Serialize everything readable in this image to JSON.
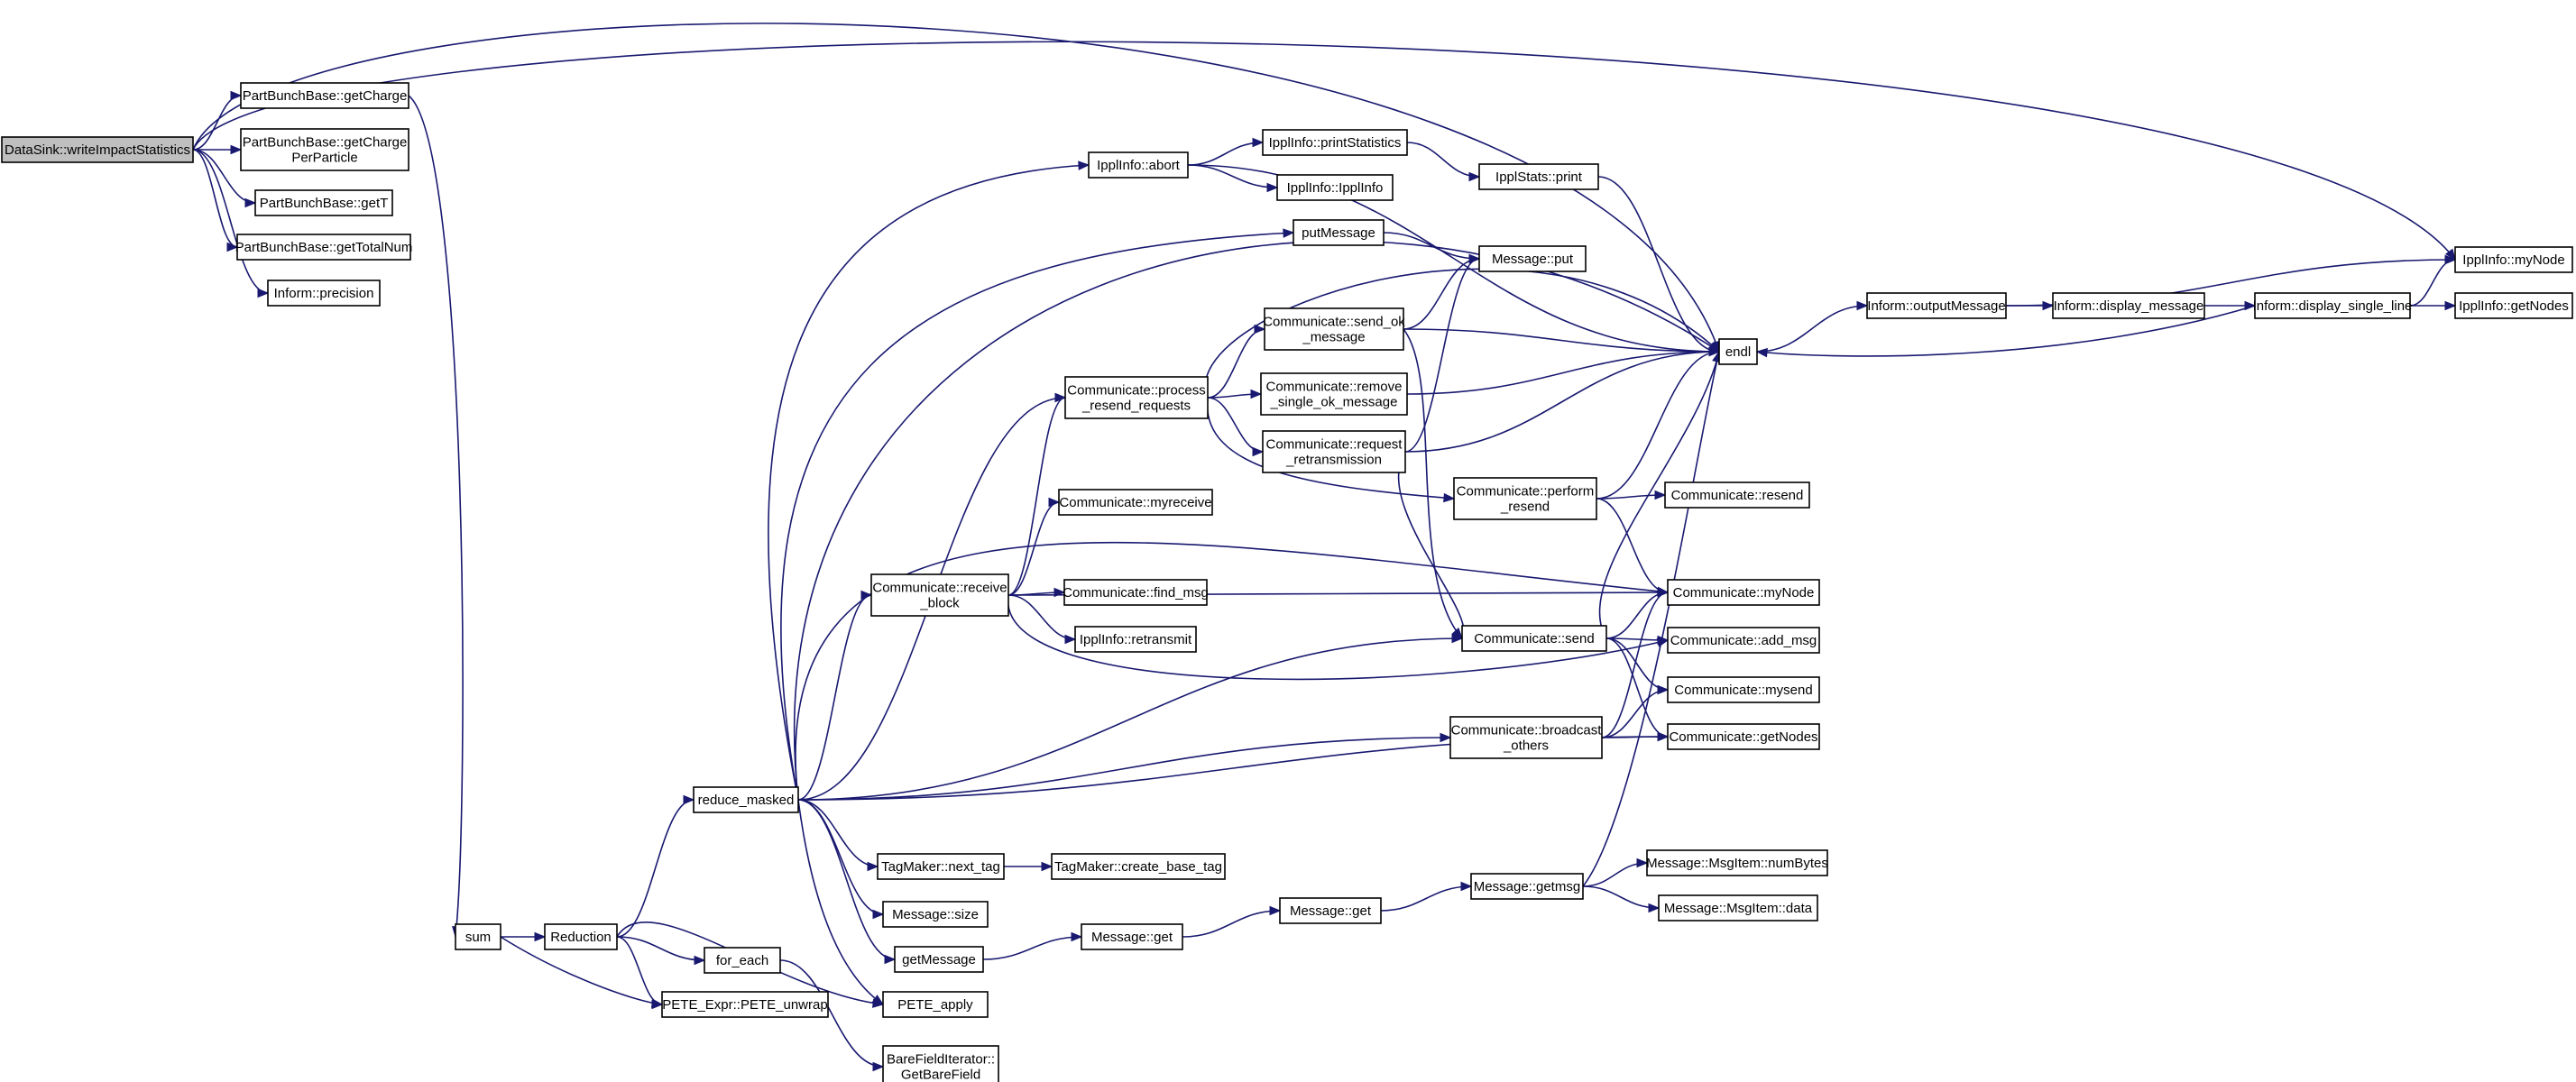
{
  "graph_title": "",
  "colors": {
    "edge": "#191970",
    "node_border": "#000000",
    "root_fill": "#bfbfbf",
    "node_fill": "#ffffff"
  },
  "nodes": [
    {
      "id": "root",
      "label": "DataSink::writeImpactStatistics",
      "root": true
    },
    {
      "id": "getCharge",
      "label": "PartBunchBase::getCharge"
    },
    {
      "id": "getChargePP",
      "label": "PartBunchBase::getCharge\nPerParticle"
    },
    {
      "id": "getT",
      "label": "PartBunchBase::getT"
    },
    {
      "id": "getTotalNum",
      "label": "PartBunchBase::getTotalNum"
    },
    {
      "id": "precision",
      "label": "Inform::precision"
    },
    {
      "id": "sum",
      "label": "sum"
    },
    {
      "id": "reduction",
      "label": "Reduction"
    },
    {
      "id": "for_each",
      "label": "for_each"
    },
    {
      "id": "pete_unwrap",
      "label": "PETE_Expr::PETE_unwrap"
    },
    {
      "id": "barefield",
      "label": "BareFieldIterator::\nGetBareField"
    },
    {
      "id": "reduce_masked",
      "label": "reduce_masked"
    },
    {
      "id": "pete_apply",
      "label": "PETE_apply"
    },
    {
      "id": "getMessage",
      "label": "getMessage"
    },
    {
      "id": "msg_size",
      "label": "Message::size"
    },
    {
      "id": "next_tag",
      "label": "TagMaker::next_tag"
    },
    {
      "id": "create_base_tag",
      "label": "TagMaker::create_base_tag"
    },
    {
      "id": "ippl_abort",
      "label": "IpplInfo::abort"
    },
    {
      "id": "printStatistics",
      "label": "IpplInfo::printStatistics"
    },
    {
      "id": "ipplinfo_ctor",
      "label": "IpplInfo::IpplInfo"
    },
    {
      "id": "stats_print",
      "label": "IpplStats::print"
    },
    {
      "id": "putMessage",
      "label": "putMessage"
    },
    {
      "id": "msg_put",
      "label": "Message::put"
    },
    {
      "id": "process_resend",
      "label": "Communicate::process\n_resend_requests"
    },
    {
      "id": "send_ok",
      "label": "Communicate::send_ok\n_message"
    },
    {
      "id": "remove_ok",
      "label": "Communicate::remove\n_single_ok_message"
    },
    {
      "id": "request_retrans",
      "label": "Communicate::request\n_retransmission"
    },
    {
      "id": "myreceive",
      "label": "Communicate::myreceive"
    },
    {
      "id": "receive_block",
      "label": "Communicate::receive\n_block"
    },
    {
      "id": "find_msg",
      "label": "Communicate::find_msg"
    },
    {
      "id": "retransmit",
      "label": "IpplInfo::retransmit"
    },
    {
      "id": "perform_resend",
      "label": "Communicate::perform\n_resend"
    },
    {
      "id": "resend",
      "label": "Communicate::resend"
    },
    {
      "id": "comm_send",
      "label": "Communicate::send"
    },
    {
      "id": "broadcast_others",
      "label": "Communicate::broadcast\n_others"
    },
    {
      "id": "comm_myNode",
      "label": "Communicate::myNode"
    },
    {
      "id": "add_msg",
      "label": "Communicate::add_msg"
    },
    {
      "id": "mysend",
      "label": "Communicate::mysend"
    },
    {
      "id": "comm_getNodes",
      "label": "Communicate::getNodes"
    },
    {
      "id": "endl",
      "label": "endl"
    },
    {
      "id": "outputMessage",
      "label": "Inform::outputMessage"
    },
    {
      "id": "display_message",
      "label": "Inform::display_message"
    },
    {
      "id": "display_single_line",
      "label": "Inform::display_single_line"
    },
    {
      "id": "ippl_myNode",
      "label": "IpplInfo::myNode"
    },
    {
      "id": "ippl_getNodes",
      "label": "IpplInfo::getNodes"
    },
    {
      "id": "message_get",
      "label": "Message::get"
    },
    {
      "id": "message_get2",
      "label": "Message::get"
    },
    {
      "id": "getmsg",
      "label": "Message::getmsg"
    },
    {
      "id": "numBytes",
      "label": "Message::MsgItem::numBytes"
    },
    {
      "id": "msgitem_data",
      "label": "Message::MsgItem::data"
    }
  ],
  "edges": [
    [
      "root",
      "getCharge"
    ],
    [
      "root",
      "getChargePP"
    ],
    [
      "root",
      "getT"
    ],
    [
      "root",
      "getTotalNum"
    ],
    [
      "root",
      "precision"
    ],
    [
      "root",
      "endl"
    ],
    [
      "root",
      "ippl_myNode"
    ],
    [
      "getCharge",
      "sum"
    ],
    [
      "sum",
      "reduction"
    ],
    [
      "sum",
      "pete_unwrap"
    ],
    [
      "reduction",
      "reduce_masked"
    ],
    [
      "reduction",
      "for_each"
    ],
    [
      "reduction",
      "pete_unwrap"
    ],
    [
      "reduction",
      "pete_apply"
    ],
    [
      "for_each",
      "barefield"
    ],
    [
      "reduce_masked",
      "ippl_abort"
    ],
    [
      "reduce_masked",
      "putMessage"
    ],
    [
      "reduce_masked",
      "endl"
    ],
    [
      "reduce_masked",
      "process_resend"
    ],
    [
      "reduce_masked",
      "receive_block"
    ],
    [
      "reduce_masked",
      "comm_myNode"
    ],
    [
      "reduce_masked",
      "comm_send"
    ],
    [
      "reduce_masked",
      "broadcast_others"
    ],
    [
      "reduce_masked",
      "comm_getNodes"
    ],
    [
      "reduce_masked",
      "next_tag"
    ],
    [
      "reduce_masked",
      "msg_size"
    ],
    [
      "reduce_masked",
      "getMessage"
    ],
    [
      "reduce_masked",
      "pete_apply"
    ],
    [
      "next_tag",
      "create_base_tag"
    ],
    [
      "getMessage",
      "message_get"
    ],
    [
      "message_get",
      "message_get2"
    ],
    [
      "message_get2",
      "getmsg"
    ],
    [
      "getmsg",
      "numBytes"
    ],
    [
      "getmsg",
      "msgitem_data"
    ],
    [
      "getmsg",
      "endl"
    ],
    [
      "ippl_abort",
      "printStatistics"
    ],
    [
      "ippl_abort",
      "ipplinfo_ctor"
    ],
    [
      "ippl_abort",
      "endl"
    ],
    [
      "printStatistics",
      "stats_print"
    ],
    [
      "stats_print",
      "endl"
    ],
    [
      "putMessage",
      "msg_put"
    ],
    [
      "process_resend",
      "send_ok"
    ],
    [
      "process_resend",
      "remove_ok"
    ],
    [
      "process_resend",
      "request_retrans"
    ],
    [
      "process_resend",
      "endl"
    ],
    [
      "process_resend",
      "perform_resend"
    ],
    [
      "send_ok",
      "msg_put"
    ],
    [
      "send_ok",
      "endl"
    ],
    [
      "send_ok",
      "comm_send"
    ],
    [
      "remove_ok",
      "endl"
    ],
    [
      "request_retrans",
      "msg_put"
    ],
    [
      "request_retrans",
      "endl"
    ],
    [
      "request_retrans",
      "comm_send"
    ],
    [
      "receive_block",
      "myreceive"
    ],
    [
      "receive_block",
      "find_msg"
    ],
    [
      "receive_block",
      "retransmit"
    ],
    [
      "receive_block",
      "comm_myNode"
    ],
    [
      "receive_block",
      "add_msg"
    ],
    [
      "receive_block",
      "process_resend"
    ],
    [
      "perform_resend",
      "resend"
    ],
    [
      "perform_resend",
      "endl"
    ],
    [
      "perform_resend",
      "comm_myNode"
    ],
    [
      "comm_send",
      "comm_myNode"
    ],
    [
      "comm_send",
      "add_msg"
    ],
    [
      "comm_send",
      "mysend"
    ],
    [
      "comm_send",
      "comm_getNodes"
    ],
    [
      "comm_send",
      "endl"
    ],
    [
      "broadcast_others",
      "comm_myNode"
    ],
    [
      "broadcast_others",
      "mysend"
    ],
    [
      "broadcast_others",
      "comm_getNodes"
    ],
    [
      "endl",
      "outputMessage"
    ],
    [
      "outputMessage",
      "display_message"
    ],
    [
      "outputMessage",
      "ippl_myNode"
    ],
    [
      "display_message",
      "display_single_line"
    ],
    [
      "display_single_line",
      "ippl_myNode"
    ],
    [
      "display_single_line",
      "ippl_getNodes"
    ],
    [
      "display_single_line",
      "endl"
    ]
  ]
}
